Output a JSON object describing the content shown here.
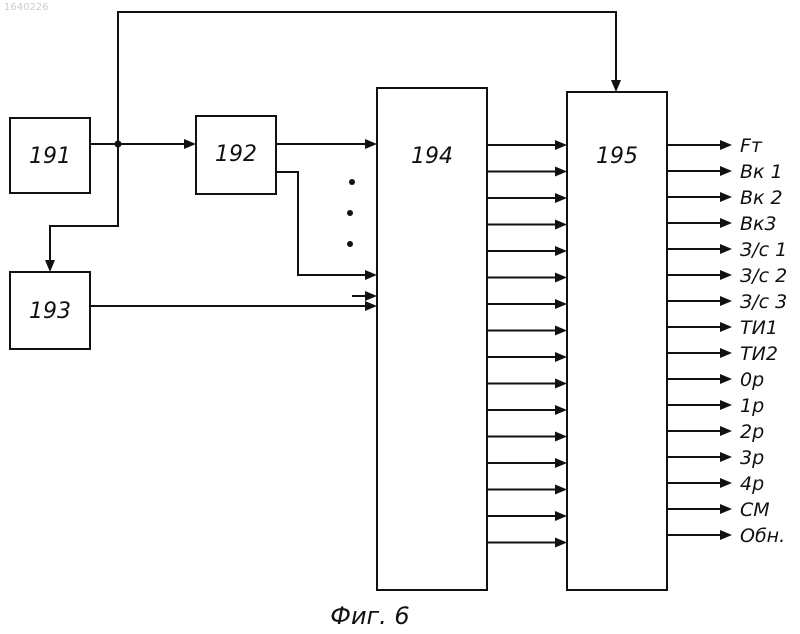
{
  "watermark": "1640226",
  "blocks": {
    "b191": "191",
    "b192": "192",
    "b193": "193",
    "b194": "194",
    "b195": "195"
  },
  "outputs": [
    "Fт",
    "Вк 1",
    "Вк 2",
    "Вк3",
    "З/с 1",
    "З/с 2",
    "З/с 3",
    "ТИ1",
    "ТИ2",
    "0р",
    "1р",
    "2р",
    "3р",
    "4р",
    "СМ",
    "Обн."
  ],
  "caption": "Фиг. 6"
}
